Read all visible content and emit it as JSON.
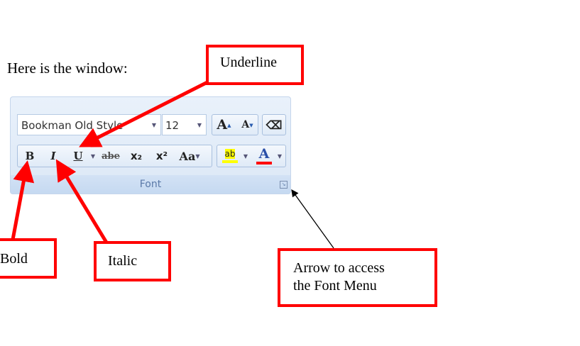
{
  "intro_text": "Here is the window:",
  "ribbon": {
    "font_name": "Bookman Old Style",
    "font_size": "12",
    "grow_font": "A",
    "shrink_font": "A",
    "bold": "B",
    "italic": "I",
    "underline": "U",
    "strikethrough": "abe",
    "subscript": "x₂",
    "superscript": "x²",
    "change_case": "Aa",
    "highlight": "ab",
    "font_color": "A",
    "group_label": "Font",
    "highlight_color": "#ffff00",
    "font_color_value": "#ff0000"
  },
  "callouts": {
    "underline": "Underline",
    "bold": "Bold",
    "italic": "Italic",
    "launcher_line1": "Arrow to access",
    "launcher_line2": "the Font Menu"
  }
}
